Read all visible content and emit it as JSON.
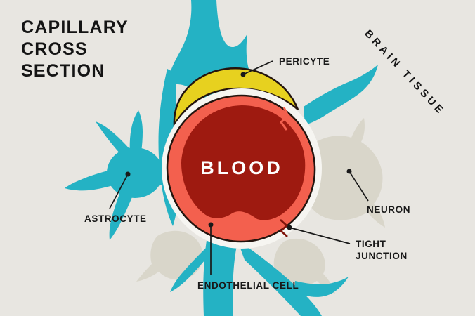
{
  "title": {
    "lines": [
      "CAPILLARY",
      "CROSS",
      "SECTION"
    ]
  },
  "background_label": "BRAIN TISSUE",
  "labels": {
    "pericyte": "PERICYTE",
    "blood": "BLOOD",
    "astrocyte": "ASTROCYTE",
    "neuron": "NEURON",
    "tight_junction": [
      "TIGHT",
      "JUNCTION"
    ],
    "endothelial_cell": "ENDOTHELIAL CELL"
  },
  "colors": {
    "background": "#e8e6e1",
    "astrocyte_teal": "#24b2c4",
    "pericyte_yellow": "#e7d11f",
    "endothelial_salmon": "#f3604e",
    "blood_dark_red": "#9e1a10",
    "neuron_gray": "#d9d6ca",
    "ring_white": "#f6f5f1",
    "text": "#191919",
    "blood_text": "#ffffff"
  }
}
